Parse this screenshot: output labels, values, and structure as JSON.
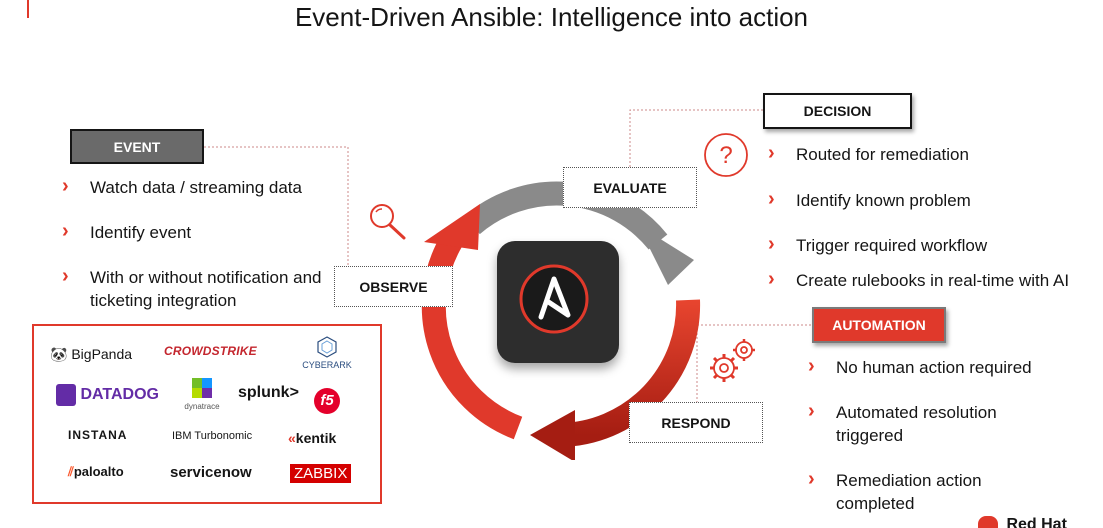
{
  "title": "Event-Driven Ansible: Intelligence into action",
  "event": {
    "label": "EVENT",
    "items": [
      "Watch data / streaming data",
      "Identify event",
      "With or without notification and ticketing integration"
    ]
  },
  "decision": {
    "label": "DECISION",
    "items": [
      "Routed for remediation",
      "Identify known problem",
      "Trigger required workflow",
      "Create rulebooks in real-time with AI"
    ]
  },
  "automation": {
    "label": "AUTOMATION",
    "items": [
      "No human action required",
      "Automated resolution triggered",
      "Remediation action completed"
    ]
  },
  "cycle": {
    "observe": "OBSERVE",
    "evaluate": "EVALUATE",
    "respond": "RESPOND"
  },
  "partners": {
    "bigpanda": "BigPanda",
    "crowdstrike": "CROWDSTRIKE",
    "cyberark": "CYBERARK",
    "datadog": "DATADOG",
    "dynatrace": "dynatrace",
    "splunk": "splunk>",
    "f5": "f5",
    "instana": "INSTANA",
    "ibm_turbonomic": "IBM Turbonomic",
    "kentik": "kentik",
    "paloalto": "paloalto",
    "servicenow": "servicenow",
    "zabbix": "ZABBIX"
  },
  "brand": "Red Hat",
  "colors": {
    "accent_red": "#e0392b",
    "dark_gray": "#6a6a6a",
    "ring_gray": "#8a8a8a"
  },
  "icons": {
    "observe": "magnifier-icon",
    "decision": "question-icon",
    "automation": "gears-icon",
    "center": "ansible-logo-icon"
  }
}
